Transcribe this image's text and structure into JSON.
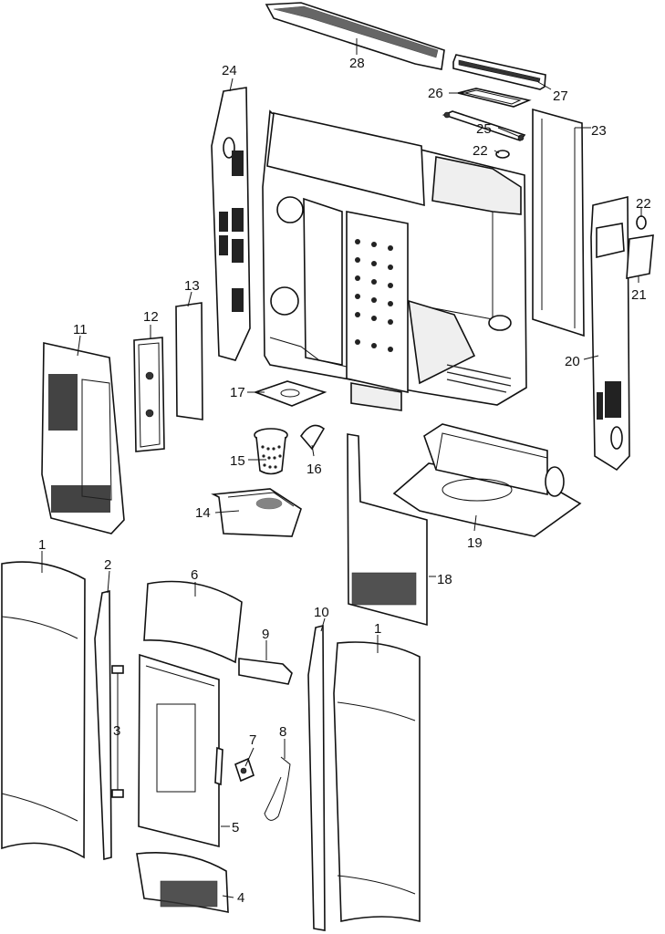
{
  "diagram": {
    "callouts": [
      {
        "id": "1a",
        "label": "1",
        "part": "side-cover-left"
      },
      {
        "id": "1b",
        "label": "1",
        "part": "side-cover-right"
      },
      {
        "id": "2",
        "label": "2",
        "part": "trim-strip-left"
      },
      {
        "id": "3",
        "label": "3",
        "part": "door-hinges"
      },
      {
        "id": "4",
        "label": "4",
        "part": "lower-front-panel"
      },
      {
        "id": "5",
        "label": "5",
        "part": "door"
      },
      {
        "id": "6",
        "label": "6",
        "part": "upper-front-panel"
      },
      {
        "id": "7",
        "label": "7",
        "part": "door-handle"
      },
      {
        "id": "8",
        "label": "8",
        "part": "gasket-cord"
      },
      {
        "id": "9",
        "label": "9",
        "part": "front-bracket"
      },
      {
        "id": "10",
        "label": "10",
        "part": "trim-strip-right"
      },
      {
        "id": "11",
        "label": "11",
        "part": "left-inner-panel"
      },
      {
        "id": "12",
        "label": "12",
        "part": "inspection-plate"
      },
      {
        "id": "13",
        "label": "13",
        "part": "narrow-plate"
      },
      {
        "id": "14",
        "label": "14",
        "part": "ash-drawer"
      },
      {
        "id": "15",
        "label": "15",
        "part": "burn-pot"
      },
      {
        "id": "16",
        "label": "16",
        "part": "deflector"
      },
      {
        "id": "17",
        "label": "17",
        "part": "baffle-plate"
      },
      {
        "id": "18",
        "label": "18",
        "part": "right-inner-panel"
      },
      {
        "id": "19",
        "label": "19",
        "part": "base"
      },
      {
        "id": "20",
        "label": "20",
        "part": "right-side-panel"
      },
      {
        "id": "21",
        "label": "21",
        "part": "vent-grille"
      },
      {
        "id": "22a",
        "label": "22",
        "part": "knob-upper"
      },
      {
        "id": "22b",
        "label": "22",
        "part": "knob-right"
      },
      {
        "id": "23",
        "label": "23",
        "part": "rear-right-panel"
      },
      {
        "id": "24",
        "label": "24",
        "part": "left-side-panel"
      },
      {
        "id": "25",
        "label": "25",
        "part": "sensor"
      },
      {
        "id": "26",
        "label": "26",
        "part": "hopper-gasket"
      },
      {
        "id": "27",
        "label": "27",
        "part": "hopper-lid"
      },
      {
        "id": "28",
        "label": "28",
        "part": "top-cover"
      }
    ]
  }
}
